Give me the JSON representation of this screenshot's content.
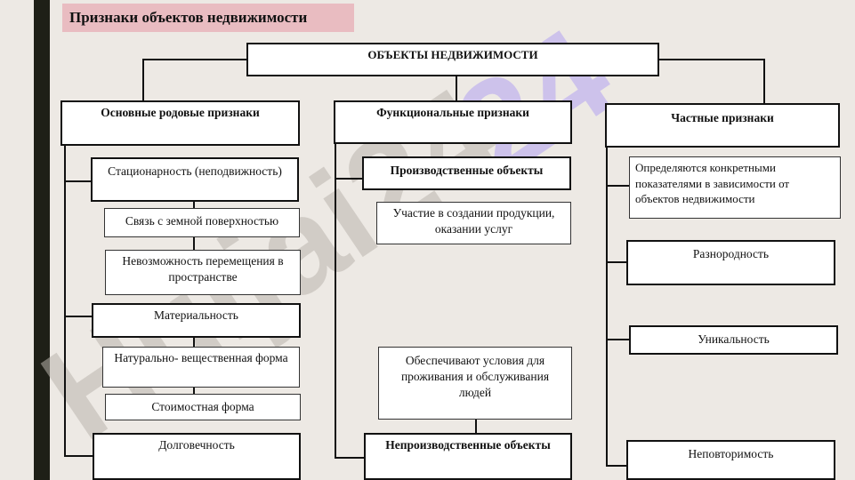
{
  "title": "Признаки объектов недвижимости",
  "root": "ОБЪЕКТЫ НЕДВИЖИМОСТИ",
  "watermark": "Huijai24",
  "columns": {
    "basic": {
      "header": "Основные родовые признаки",
      "items": [
        "Стационарность (неподвижность)",
        "Связь с земной поверхностью",
        "Невозможность перемещения в пространстве",
        "Материальность",
        "Натурально- вещественная форма",
        "Стоимостная форма",
        "Долговечность"
      ]
    },
    "functional": {
      "header": "Функциональные признаки",
      "items": [
        "Производственные объекты",
        "Участие в создании продукции, оказании услуг",
        "Обеспечивают условия для проживания и обслуживания людей",
        "Непроизводственные объекты"
      ]
    },
    "private": {
      "header": "Частные признаки",
      "items": [
        "Определяются конкретными показателями в зависимости от объектов недвижимости",
        "Разнородность",
        "Уникальность",
        "Неповторимость"
      ]
    }
  }
}
